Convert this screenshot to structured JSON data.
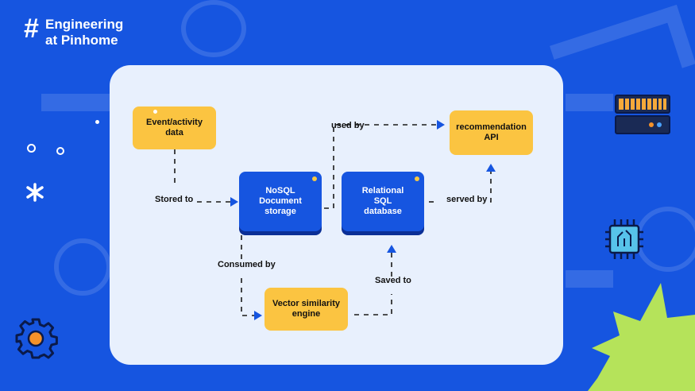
{
  "brand": {
    "hash": "#",
    "line1": "Engineering",
    "line2": "at Pinhome"
  },
  "nodes": {
    "event_activity": "Event/activity data",
    "nosql": "NoSQL Document storage",
    "relational": "Relational SQL database",
    "recommendation": "recommendation API",
    "vector": "Vector similarity engine"
  },
  "edges": {
    "stored_to": "Stored to",
    "used_by": "used by",
    "served_by": "served by",
    "consumed_by": "Consumed by",
    "saved_to": "Saved to"
  },
  "colors": {
    "background": "#1655e0",
    "panel": "#e8f0fd",
    "node_yellow": "#fbc441",
    "node_blue": "#1655e0",
    "arrow": "#1655e0",
    "accent_green": "#b5e35a",
    "accent_orange": "#f5922a"
  },
  "icons": [
    "server-icon",
    "circuit-chip-icon",
    "gear-icon",
    "sparkle-icon",
    "starburst-shape"
  ]
}
